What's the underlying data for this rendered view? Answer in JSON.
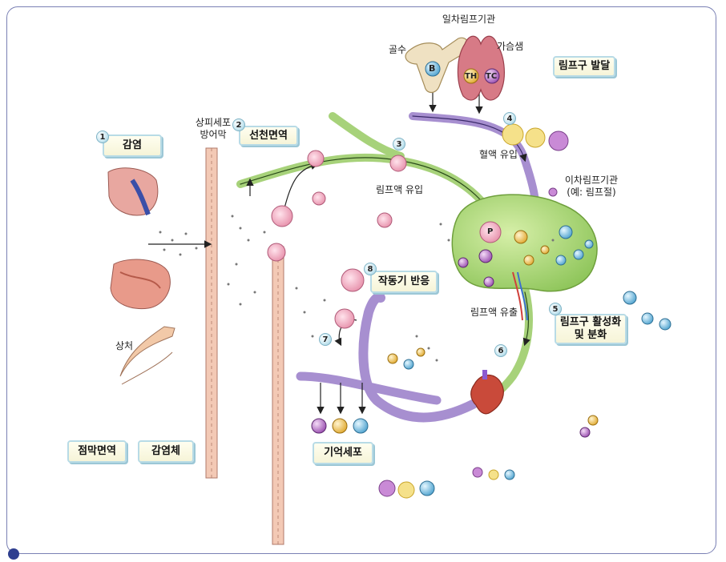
{
  "labels": {
    "primary_organs": "일차림프기관",
    "bone_marrow": "골수",
    "thymus": "가슴샘",
    "lymphocyte_development": "림프구 발달",
    "epithelial_barrier_line1": "상피세포",
    "epithelial_barrier_line2": "방어막",
    "innate_immunity": "선천면역",
    "infection": "감염",
    "wound": "상처",
    "mucosal_immunity": "점막면역",
    "infectious_agent": "감염체",
    "blood_entry": "혈액 유입",
    "lymph_entry": "림프액 유입",
    "secondary_organs_line1": "이차림프기관",
    "secondary_organs_line2": "(예: 림프절)",
    "effector_response": "작동기 반응",
    "lymph_outflow": "림프액 유출",
    "activation_line1": "림프구 활성화",
    "activation_line2": "및 분화",
    "memory_cells": "기억세포"
  },
  "steps": [
    "1",
    "2",
    "3",
    "4",
    "5",
    "6",
    "7",
    "8"
  ],
  "cell_letters": {
    "b_cell": "B",
    "helper_t": "TH",
    "cytotoxic_t": "TC",
    "phagocyte": "P"
  },
  "colors": {
    "border": "#7a80b4",
    "lymph_vessel": "#a7d27a",
    "blood_vessel": "#a78fd0",
    "lymph_node": "#a6d47a",
    "epithelium": "#f3c9b5",
    "box_shadow": "#9cc7d6"
  }
}
